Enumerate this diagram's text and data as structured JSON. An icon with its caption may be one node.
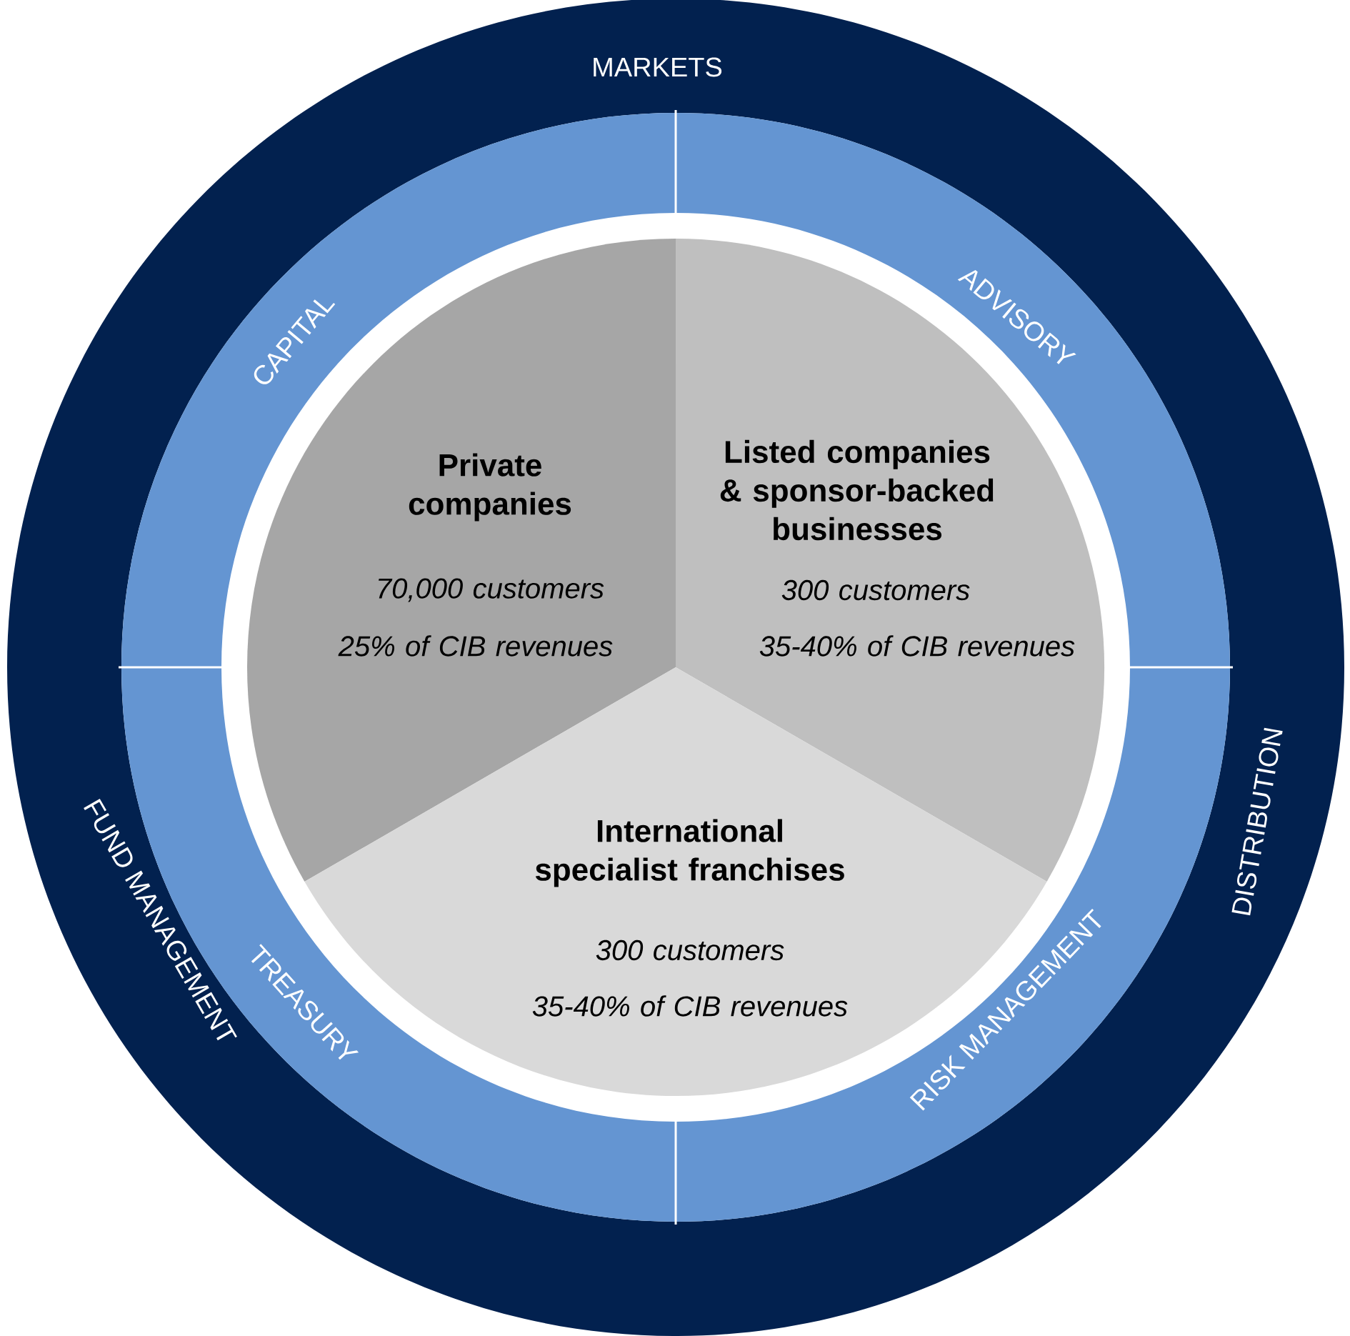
{
  "diagram": {
    "nodes": [
      {
        "text": [
          "MARKETS",
          "DISTRIBUTION",
          "FUND MANAGEMENT"
        ]
      },
      {
        "text": [
          "CAPITAL"
        ],
        "in": 0
      },
      {
        "text": [
          "ADVISORY"
        ],
        "in": 0
      },
      {
        "text": [
          "TREASURY"
        ],
        "in": 0
      },
      {
        "text": [
          "RISK MANAGEMENT"
        ],
        "in": 0
      },
      {
        "text": [
          "Private companies",
          "70,000 customers",
          "25% of CIB revenues"
        ],
        "in": 0
      },
      {
        "text": [
          "Listed companies & sponsor-backed businesses",
          "300 customers",
          "35-40% of CIB revenues"
        ],
        "in": 0
      },
      {
        "text": [
          "International specialist franchises",
          "300 customers",
          "35-40% of CIB revenues"
        ],
        "in": 0
      }
    ]
  }
}
